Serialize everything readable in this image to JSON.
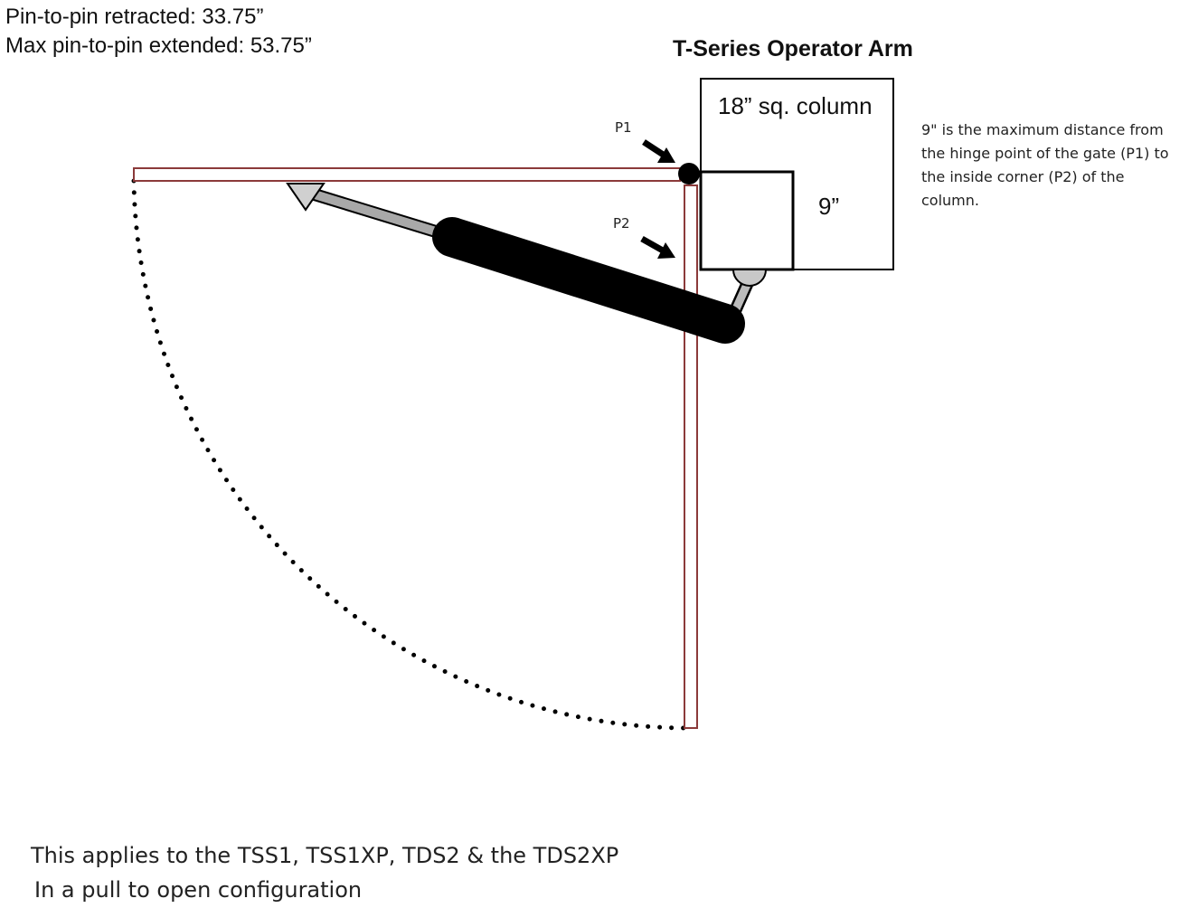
{
  "specs": {
    "retracted": "Pin-to-pin retracted: 33.75”",
    "extended": "Max pin-to-pin extended: 53.75”"
  },
  "title": "T-Series Operator Arm",
  "column_label": "18” sq. column",
  "offset_label": "9”",
  "points": {
    "p1": "P1",
    "p2": "P2"
  },
  "note_lines": [
    "9\" is the maximum distance from",
    "the hinge point of the gate (P1) to",
    "the inside corner (P2) of the",
    "column."
  ],
  "footer": {
    "line1": "This applies to the TSS1, TSS1XP, TDS2 & the TDS2XP",
    "line2": "In a pull to open configuration"
  },
  "colors": {
    "gate_outline": "#8b3a3a",
    "cylinder": "#000000",
    "rod": "#a0a0a0"
  }
}
